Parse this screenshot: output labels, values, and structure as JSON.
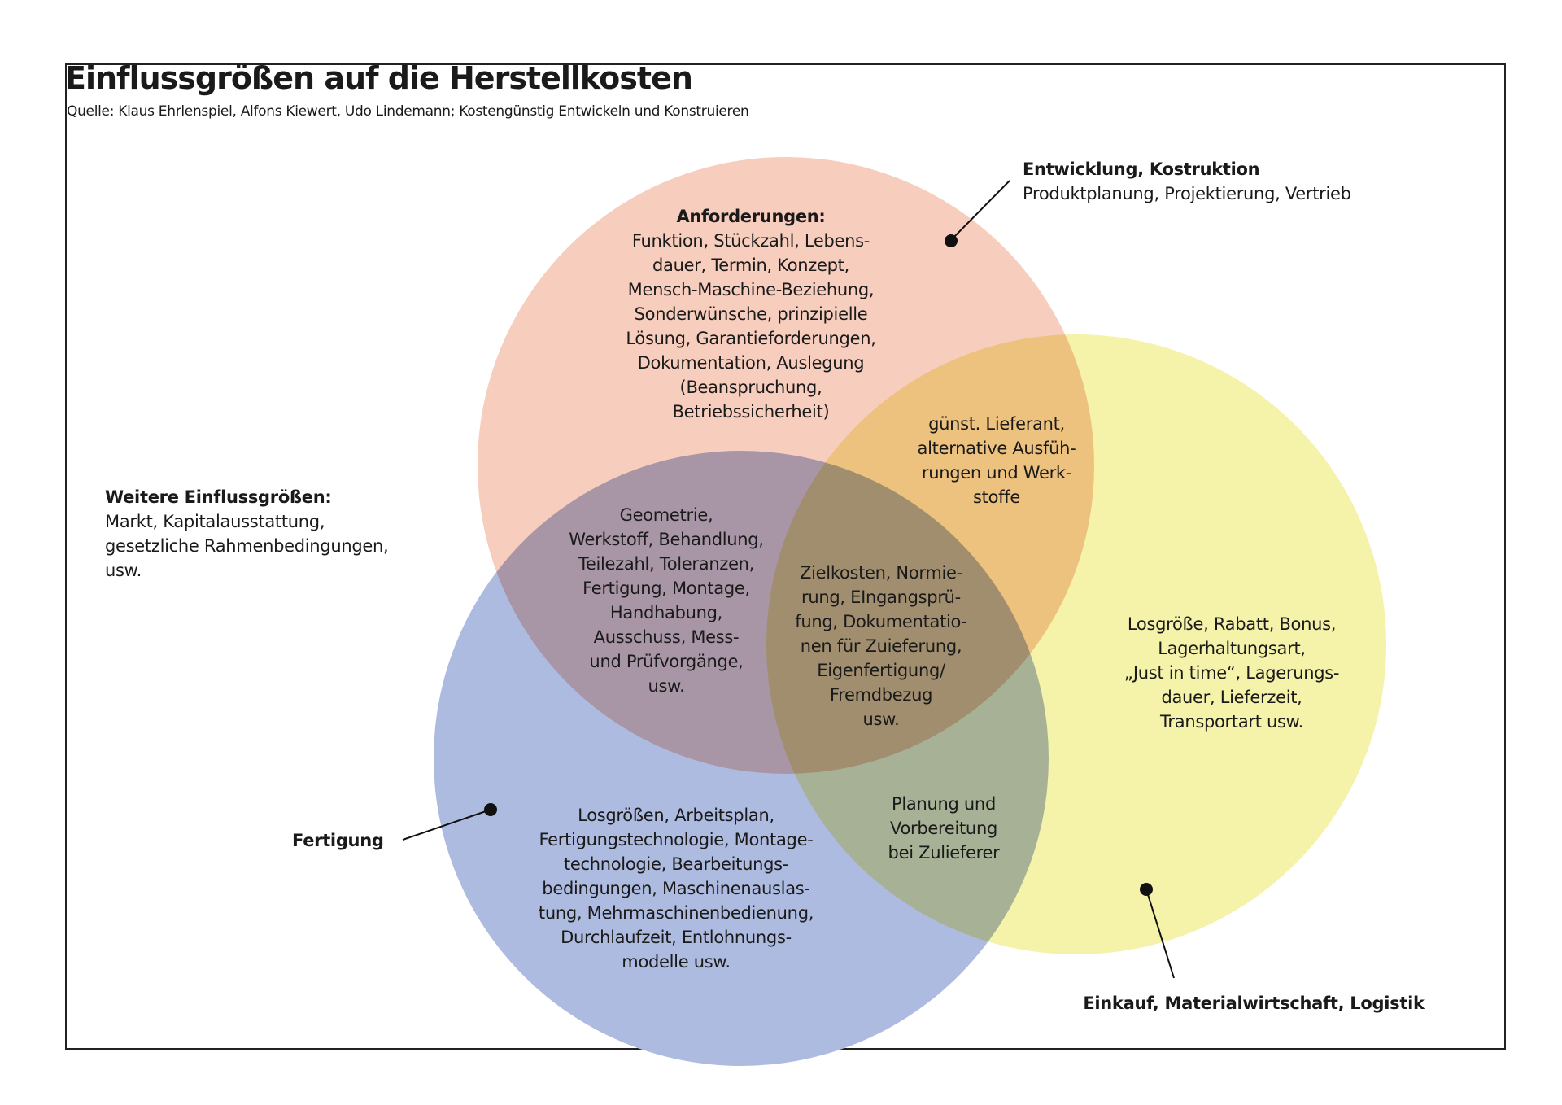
{
  "title": "Einflussgrößen auf die Herstellkosten",
  "subtitle": "Quelle: Klaus Ehrlenspiel, Alfons Kiewert, Udo Lindemann; Kostengünstig Entwickeln und Konstruieren",
  "colors": {
    "entwicklung": "#f7cdbd",
    "fertigung": "#aebbe0",
    "einkauf": "#f5f2aa"
  },
  "labels": {
    "entwicklung_title": "Entwicklung, Kostruktion",
    "entwicklung_sub": "Produktplanung, Projektierung, Vertrieb",
    "fertigung": "Fertigung",
    "einkauf": "Einkauf, Materialwirtschaft, Logistik"
  },
  "weitere": {
    "heading": "Weitere Einflussgrößen:",
    "lines": [
      "Markt, Kapitalausstattung,",
      "gesetzliche Rahmenbedingungen,",
      "usw."
    ]
  },
  "anforderungen": {
    "heading": "Anforderungen:",
    "lines": [
      "Funktion, Stückzahl, Lebens-",
      "dauer, Termin, Konzept,",
      "Mensch-Maschine-Beziehung,",
      "Sonderwünsche, prinzipielle",
      "Lösung, Garantieforderungen,",
      "Dokumentation, Auslegung",
      "(Beanspruchung,",
      "Betriebssicherheit)"
    ]
  },
  "entwicklung_einkauf": [
    "günst. Lieferant,",
    "alternative Ausfüh-",
    "rungen und Werk-",
    "stoffe"
  ],
  "entwicklung_fertigung": [
    "Geometrie,",
    "Werkstoff, Behandlung,",
    "Teilezahl, Toleranzen,",
    "Fertigung, Montage,",
    "Handhabung,",
    "Ausschuss, Mess-",
    "und Prüfvorgänge,",
    "usw."
  ],
  "alle_drei": [
    "Zielkosten, Normie-",
    "rung, EIngangsprü-",
    "fung, Dokumentatio-",
    "nen für Zuieferung,",
    "Eigenfertigung/",
    "Fremdbezug",
    "usw."
  ],
  "einkauf": [
    "Losgröße, Rabatt, Bonus,",
    "Lagerhaltungsart,",
    "„Just in time“, Lagerungs-",
    "dauer, Lieferzeit,",
    "Transportart usw."
  ],
  "fertigung_einkauf": [
    "Planung und",
    "Vorbereitung",
    "bei Zulieferer"
  ],
  "fertigung": [
    "Losgrößen, Arbeitsplan,",
    "Fertigungstechnologie, Montage-",
    "technologie, Bearbeitungs-",
    "bedingungen, Maschinenauslas-",
    "tung, Mehrmaschinenbedienung,",
    "Durchlaufzeit, Entlohnungs-",
    "modelle usw."
  ]
}
